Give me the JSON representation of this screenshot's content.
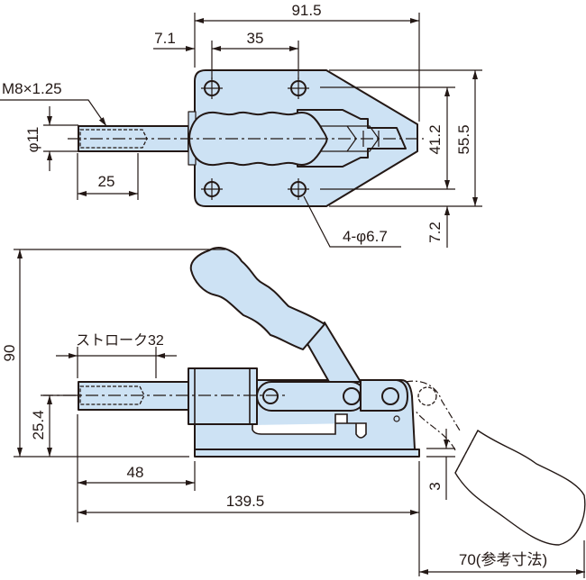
{
  "top_view": {
    "overall_width": "91.5",
    "offset": "7.1",
    "hole_pitch": "35",
    "thread": "M8×1.25",
    "rod_diameter": "φ11",
    "thread_length": "25",
    "hole_spacing_vertical": "41.2",
    "plate_height": "55.5",
    "edge_offset": "7.2",
    "holes": "4-φ6.7"
  },
  "side_view": {
    "overall_height": "90",
    "stroke": "ストローク32",
    "center_height": "25.4",
    "rod_to_base": "48",
    "overall_length": "139.5",
    "base_thickness": "3",
    "handle_reference": "70(参考寸法)"
  },
  "colors": {
    "fill": "#cde2f4",
    "line": "#231815"
  }
}
